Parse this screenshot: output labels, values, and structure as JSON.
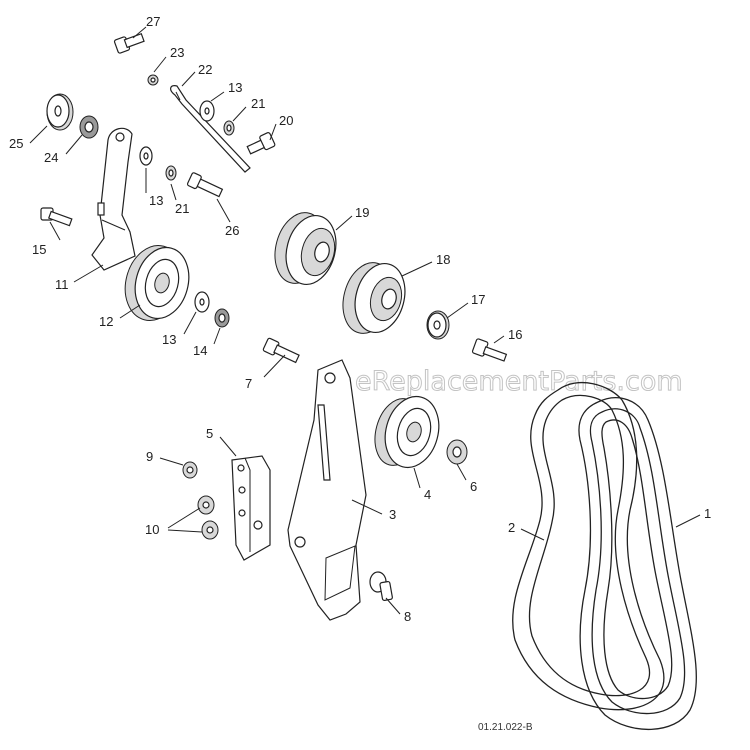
{
  "diagram": {
    "watermark": "eReplacementParts.com",
    "reference_code": "01.21.022-B",
    "callouts": [
      "27",
      "23",
      "22",
      "13",
      "21",
      "20",
      "25",
      "24",
      "13",
      "21",
      "26",
      "15",
      "11",
      "19",
      "18",
      "17",
      "12",
      "13",
      "14",
      "16",
      "7",
      "5",
      "9",
      "4",
      "6",
      "3",
      "10",
      "2",
      "1",
      "8"
    ]
  }
}
